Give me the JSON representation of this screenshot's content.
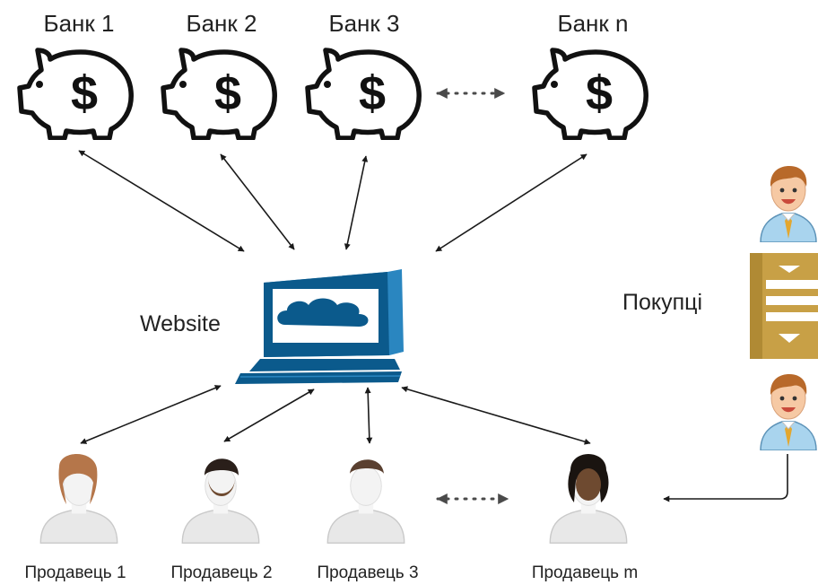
{
  "banks": [
    {
      "label": "Банк 1"
    },
    {
      "label": "Банк 2"
    },
    {
      "label": "Банк 3"
    },
    {
      "label": "Банк n"
    }
  ],
  "website": {
    "label": "Website"
  },
  "sellers": [
    {
      "label": "Продавець 1"
    },
    {
      "label": "Продавець 2"
    },
    {
      "label": "Продавець 3"
    },
    {
      "label": "Продавець m"
    }
  ],
  "buyers": {
    "label": "Покупці"
  },
  "icons": {
    "bank": "piggy-bank-dollar-icon",
    "website": "laptop-cloud-icon",
    "seller": "person-avatar-icon",
    "buyer": "smiling-man-tie-icon",
    "list": "sorted-list-icon"
  },
  "colors": {
    "line": "#1a1a1a",
    "laptop": "#0b5a8c",
    "laptop_light": "#2a86c0",
    "list_bg": "#c8a046",
    "buyer_shirt": "#a9d4ee"
  }
}
